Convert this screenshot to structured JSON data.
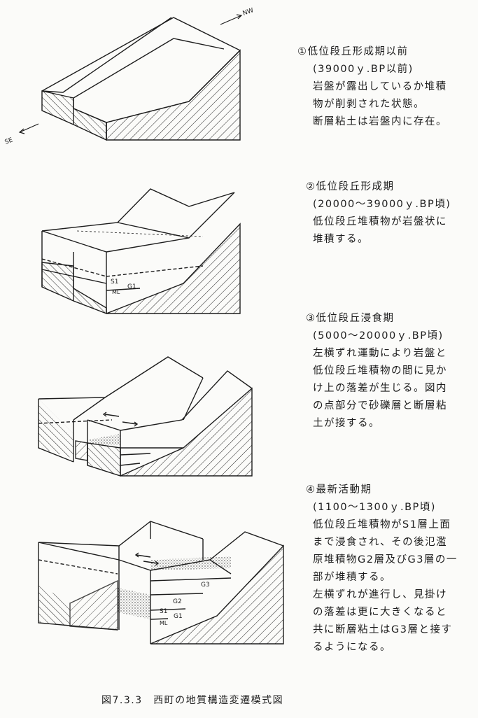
{
  "stages": [
    {
      "title": "①低位段丘形成期以前",
      "lines": [
        "(39000ｙ.BP以前)",
        "岩盤が露出しているか堆積",
        "物が削剥された状態。",
        "断層粘土は岩盤内に存在。"
      ]
    },
    {
      "title": "②低位段丘形成期",
      "lines": [
        "(20000～39000ｙ.BP頃)",
        "低位段丘堆積物が岩盤状に",
        "堆積する。"
      ]
    },
    {
      "title": "③低位段丘浸食期",
      "lines": [
        "(5000～20000ｙ.BP頃)",
        "左横ずれ運動により岩盤と",
        "低位段丘堆積物の間に見か",
        "け上の落差が生じる。図内",
        "の点部分で砂礫層と断層粘",
        "土が接する。"
      ]
    },
    {
      "title": "④最新活動期",
      "lines": [
        "(1100～1300ｙ.BP頃)",
        "低位段丘堆積物がS1層上面",
        "まで浸食され、その後氾濫",
        "原堆積物G2層及びG3層の一",
        "部が堆積する。",
        "左横ずれが進行し、見掛け",
        "の落差は更に大きくなると",
        "共に断層粘土はG3層と接す",
        "るようになる。"
      ]
    }
  ],
  "labels": {
    "nw": "NW",
    "se": "SE",
    "s1": "S1",
    "g1": "G1",
    "ml": "ML",
    "g2": "G2",
    "g3": "G3"
  },
  "caption": "図7.3.3　西町の地質構造変遷模式図"
}
